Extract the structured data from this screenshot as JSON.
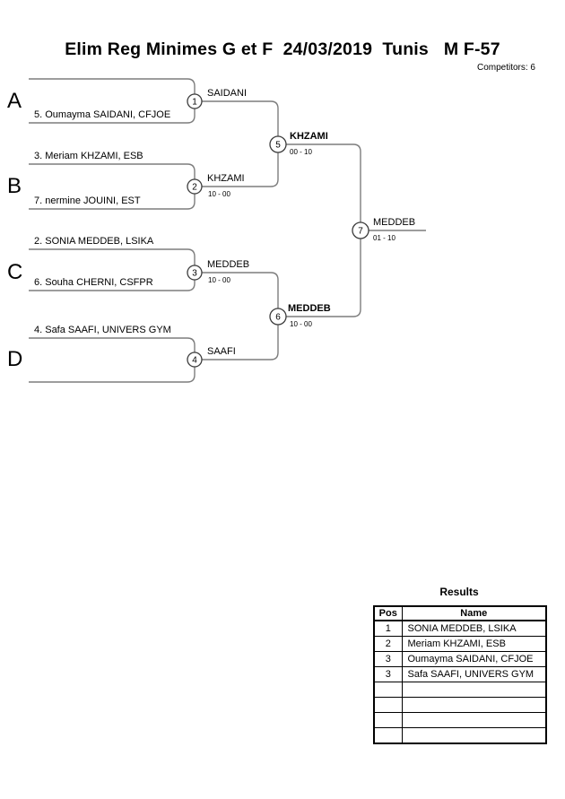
{
  "header": {
    "title": "Elim Reg Minimes G et F  24/03/2019  Tunis   M F-57",
    "competitors_label": "Competitors: 6"
  },
  "bracket": {
    "sections": [
      {
        "letter": "A",
        "top_name": "",
        "bottom_name": "5. Oumayma SAIDANI, CFJOE"
      },
      {
        "letter": "B",
        "top_name": "3. Meriam KHZAMI, ESB",
        "bottom_name": "7. nermine JOUINI, EST"
      },
      {
        "letter": "C",
        "top_name": "2. SONIA MEDDEB, LSIKA",
        "bottom_name": "6. Souha CHERNI, CSFPR"
      },
      {
        "letter": "D",
        "top_name": "4. Safa SAAFI, UNIVERS GYM",
        "bottom_name": ""
      }
    ],
    "matches": [
      {
        "number": "1",
        "winner": "SAIDANI",
        "score": ""
      },
      {
        "number": "2",
        "winner": "KHZAMI",
        "score": "10 - 00"
      },
      {
        "number": "3",
        "winner": "MEDDEB",
        "score": "10 - 00"
      },
      {
        "number": "4",
        "winner": "SAAFI",
        "score": ""
      },
      {
        "number": "5",
        "winner": "KHZAMI",
        "score": "00 - 10",
        "bold": true
      },
      {
        "number": "6",
        "winner": "MEDDEB",
        "score": "10 - 00",
        "bold": true
      },
      {
        "number": "7",
        "winner": "MEDDEB",
        "score": "01 - 10"
      }
    ]
  },
  "results": {
    "title": "Results",
    "columns": {
      "pos": "Pos",
      "name": "Name"
    },
    "rows": [
      {
        "pos": "1",
        "name": "SONIA MEDDEB, LSIKA"
      },
      {
        "pos": "2",
        "name": "Meriam KHZAMI, ESB"
      },
      {
        "pos": "3",
        "name": "Oumayma SAIDANI, CFJOE"
      },
      {
        "pos": "3",
        "name": "Safa SAAFI, UNIVERS GYM"
      },
      {
        "pos": "",
        "name": ""
      },
      {
        "pos": "",
        "name": ""
      },
      {
        "pos": "",
        "name": ""
      },
      {
        "pos": "",
        "name": ""
      }
    ]
  },
  "colors": {
    "bracket_line": "#7d7d7d",
    "circle_stroke": "#3c3c3c",
    "text": "#000000",
    "background": "#ffffff"
  }
}
